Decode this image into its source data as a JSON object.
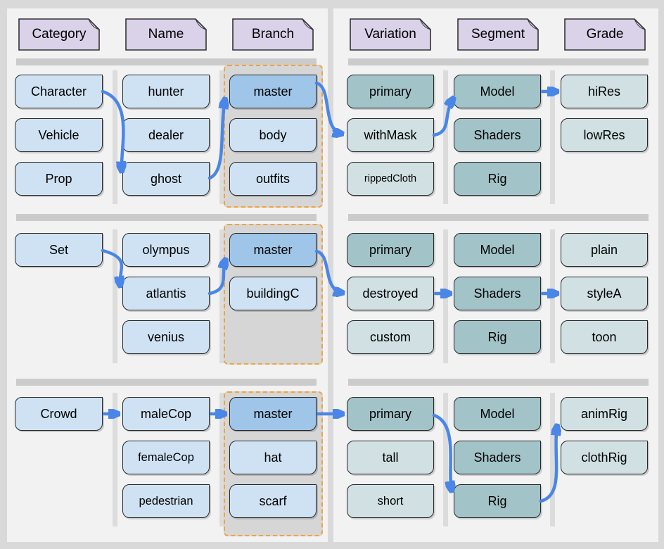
{
  "headers": {
    "left": [
      "Category",
      "Name",
      "Branch"
    ],
    "right": [
      "Variation",
      "Segment",
      "Grade"
    ]
  },
  "rows": [
    {
      "category": [
        "Character",
        "Vehicle",
        "Prop"
      ],
      "name": [
        "hunter",
        "dealer",
        "ghost"
      ],
      "branch": [
        "master",
        "body",
        "outfits"
      ],
      "variation": [
        "primary",
        "withMask",
        "rippedCloth"
      ],
      "segment": [
        "Model",
        "Shaders",
        "Rig"
      ],
      "grade": [
        "hiRes",
        "lowRes"
      ]
    },
    {
      "category": [
        "Set"
      ],
      "name": [
        "olympus",
        "atlantis",
        "venius"
      ],
      "branch": [
        "master",
        "buildingC"
      ],
      "variation": [
        "primary",
        "destroyed",
        "custom"
      ],
      "segment": [
        "Model",
        "Shaders",
        "Rig"
      ],
      "grade": [
        "plain",
        "styleA",
        "toon"
      ]
    },
    {
      "category": [
        "Crowd"
      ],
      "name": [
        "maleCop",
        "femaleCop",
        "pedestrian"
      ],
      "branch": [
        "master",
        "hat",
        "scarf"
      ],
      "variation": [
        "primary",
        "tall",
        "short"
      ],
      "segment": [
        "Model",
        "Shaders",
        "Rig"
      ],
      "grade": [
        "animRig",
        "clothRig"
      ]
    }
  ],
  "highlighted_flows": [
    [
      "Character",
      "ghost",
      "master",
      "withMask",
      "Model",
      "hiRes"
    ],
    [
      "Set",
      "atlantis",
      "master",
      "destroyed",
      "Shaders",
      "styleA"
    ],
    [
      "Crowd",
      "maleCop",
      "master",
      "primary",
      "Rig",
      "animRig"
    ]
  ],
  "colors": {
    "arrow_blue": "#4a86e8",
    "node_blue": "#cfe2f3",
    "node_blue_selected": "#9fc5e8",
    "node_teal_dark": "#a2c4c9",
    "node_teal_light": "#d0e0e3",
    "header_purple": "#d9d2e9",
    "branch_container_border": "#f0a33c",
    "branch_container_fill": "#d6d6d6",
    "panel_bg": "#f2f2f2",
    "page_bg": "#d9d9d9"
  }
}
